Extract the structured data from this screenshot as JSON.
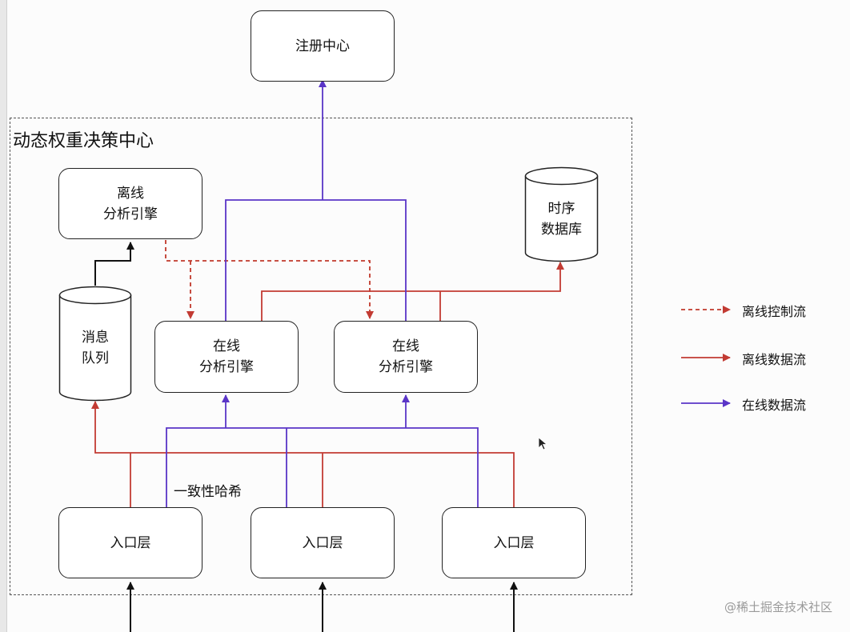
{
  "colors": {
    "offline_control": "#c0392b",
    "offline_data": "#c23b33",
    "online_data": "#5a35c7",
    "border": "#222222"
  },
  "group": {
    "title": "动态权重决策中心"
  },
  "nodes": {
    "registry": "注册中心",
    "offline_engine": [
      "离线",
      "分析引擎"
    ],
    "online_engine_1": [
      "在线",
      "分析引擎"
    ],
    "online_engine_2": [
      "在线",
      "分析引擎"
    ],
    "tsdb": [
      "时序",
      "数据库"
    ],
    "mq": [
      "消息",
      "队列"
    ],
    "entry_1": "入口层",
    "entry_2": "入口层",
    "entry_3": "入口层"
  },
  "edge_labels": {
    "consistent_hash": "一致性哈希"
  },
  "legend": [
    {
      "label": "离线控制流",
      "style": "dashed",
      "color": "#c0392b"
    },
    {
      "label": "离线数据流",
      "style": "solid",
      "color": "#c23b33"
    },
    {
      "label": "在线数据流",
      "style": "solid",
      "color": "#5a35c7"
    }
  ],
  "brand": "@稀土掘金技术社区"
}
